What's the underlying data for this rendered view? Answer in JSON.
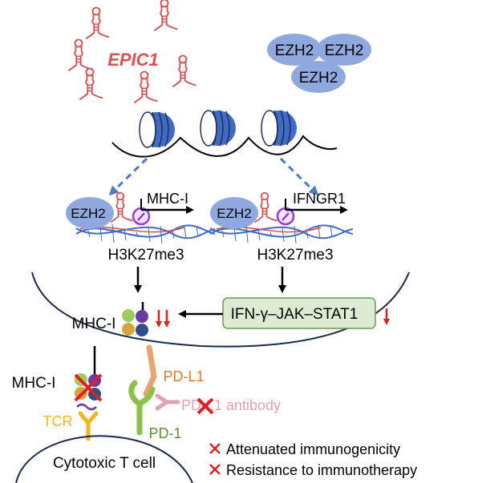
{
  "lncrna_label": "EPIC1",
  "ezh2_cluster": [
    "EZH2",
    "EZH2",
    "EZH2"
  ],
  "left_locus": {
    "protein": "EZH2",
    "target_gene": "MHC-I",
    "mark": "H3K27me3"
  },
  "right_locus": {
    "protein": "EZH2",
    "target_gene": "IFNGR1",
    "mark": "H3K27me3"
  },
  "pathway_box": {
    "label": "IFN-γ–JAK–STAT1"
  },
  "mhc_inside_label": "MHC-I",
  "mhc_surface_label": "MHC-I",
  "tcr_label": "TCR",
  "pdl1_label": "PD-L1",
  "pd1_label": "PD-1",
  "antibody_label": "PD-L1 antibody",
  "t_cell_label": "Cytotoxic T cell",
  "outcomes": [
    "Attenuated immunogenicity",
    "Resistance to immunotherapy"
  ],
  "colors": {
    "rna_red": "#d24a4a",
    "ezh2_blue": "#8fa9df",
    "chromatin_blue": "#3f6bc4",
    "box_green": "#dcebd2",
    "box_border": "#6b9a50",
    "down_arrow_red": "#e02020",
    "cross_red": "#e02020",
    "tcr_yellow": "#f2b51b",
    "pdl1_orange": "#e8a36f",
    "pd1_green": "#8cc24a",
    "antibody_pink": "#e2a0b6"
  },
  "icons": [
    "rna-hairpin-icon",
    "nucleosome-icon",
    "dna-helix-icon",
    "down-arrow-icon",
    "cross-icon"
  ]
}
